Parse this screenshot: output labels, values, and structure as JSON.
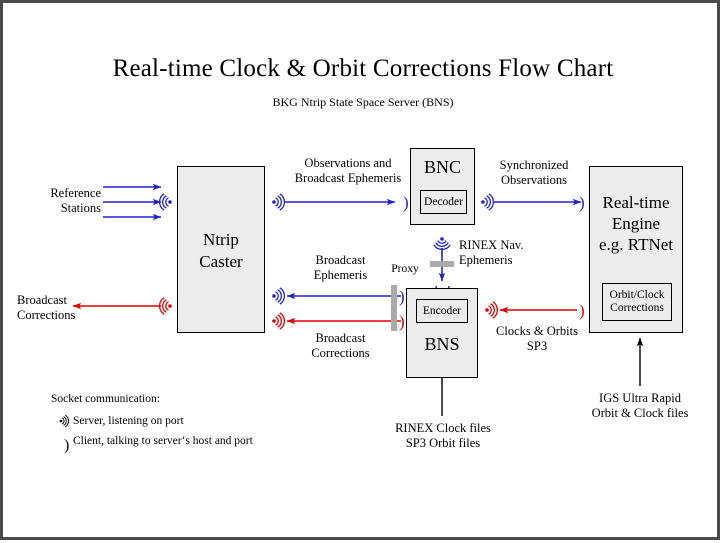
{
  "page": {
    "title": "Real-time Clock & Orbit Corrections Flow Chart",
    "subtitle": "BKG Ntrip State Space Server  (BNS)"
  },
  "colors": {
    "blue": "#2222cc",
    "red": "#dd0000",
    "black": "#000000",
    "box_fill": "#ececec",
    "proxy_gray": "#aaaaaa",
    "frame_border": "#4a4a4a"
  },
  "boxes": [
    {
      "id": "ntrip-caster",
      "label_line1": "Ntrip",
      "label_line2": "Caster"
    },
    {
      "id": "bnc",
      "label": "BNC",
      "sub": "Decoder"
    },
    {
      "id": "bns",
      "label": "BNS",
      "sub": "Encoder"
    },
    {
      "id": "realtime-engine",
      "label_line1": "Real-time",
      "label_line2": "Engine",
      "label_line3": "e.g. RTNet",
      "sub_line1": "Orbit/Clock",
      "sub_line2": "Corrections"
    }
  ],
  "labels": {
    "reference_stations_l1": "Reference",
    "reference_stations_l2": "Stations",
    "broadcast_corrections_out_l1": "Broadcast",
    "broadcast_corrections_out_l2": "Corrections",
    "observations_l1": "Observations and",
    "observations_l2": "Broadcast Ephemeris",
    "synchronized_l1": "Synchronized",
    "synchronized_l2": "Observations",
    "broadcast_ephemeris_l1": "Broadcast",
    "broadcast_ephemeris_l2": "Ephemeris",
    "broadcast_corrections_l1": "Broadcast",
    "broadcast_corrections_l2": "Corrections",
    "proxy": "Proxy",
    "rinex_nav_l1": "RINEX Nav.",
    "rinex_nav_l2": "Ephemeris",
    "clocks_orbits_l1": "Clocks & Orbits",
    "clocks_orbits_l2": "SP3",
    "rinex_files_l1": "RINEX Clock files",
    "rinex_files_l2": "SP3 Orbit files",
    "igs_l1": "IGS Ultra Rapid",
    "igs_l2": "Orbit & Clock files"
  },
  "legend": {
    "heading": "Socket communication:",
    "server": "Server,  listening on port",
    "client": "Client,  talking to server‘s host and port",
    "server_icon": "socket-server-wave-icon",
    "client_icon": "socket-client-paren-icon"
  },
  "icons": {
    "server": "socket-server-wave-icon",
    "client": "socket-client-paren-icon",
    "arrow": "arrow-head-icon"
  }
}
